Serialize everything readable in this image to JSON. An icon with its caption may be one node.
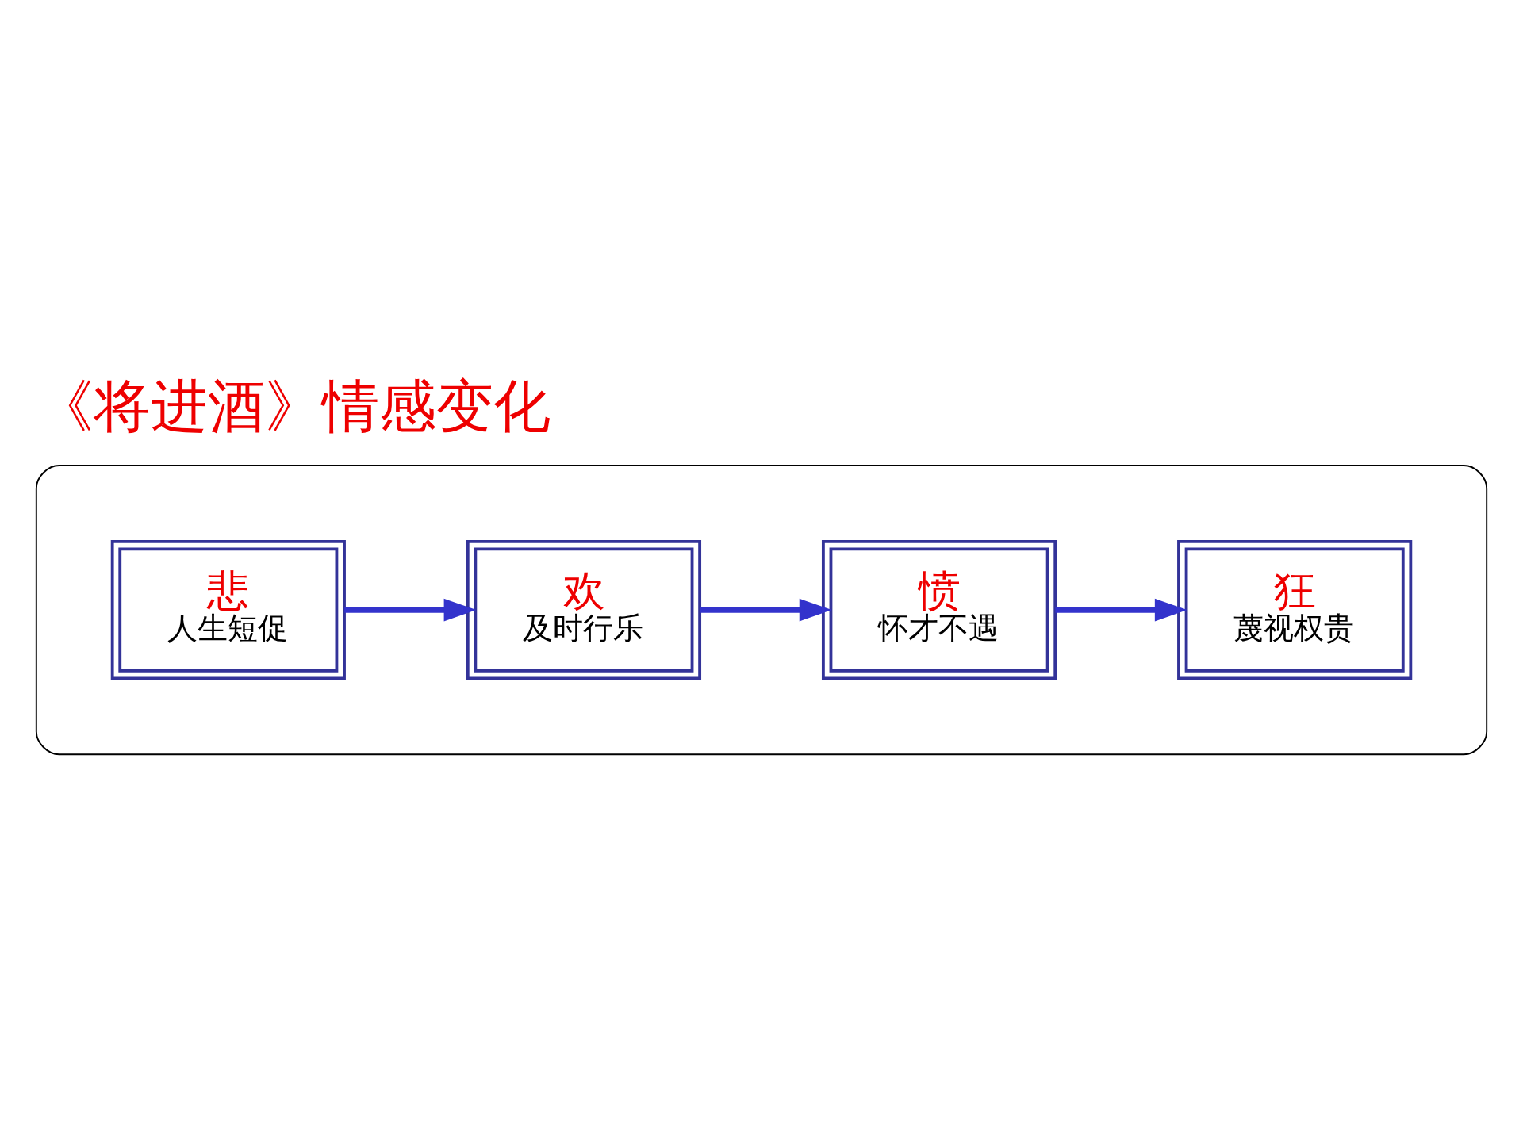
{
  "diagram": {
    "title": "《将进酒》情感变化",
    "nodes": [
      {
        "text": [],
        "shape": "ellipse"
      },
      {
        "text": [
          "悲",
          "人生短促"
        ],
        "in": 0
      },
      {
        "text": [
          "欢",
          "及时行乐"
        ],
        "in": 0
      },
      {
        "text": [
          "愤",
          "怀才不遇"
        ],
        "in": 0
      },
      {
        "text": [
          "狂",
          "蔑视权贵"
        ],
        "in": 0
      }
    ],
    "edges": [
      {
        "from": 1,
        "to": 2,
        "arrow": "to"
      },
      {
        "from": 2,
        "to": 3,
        "arrow": "to"
      },
      {
        "from": 3,
        "to": 4,
        "arrow": "to"
      }
    ]
  }
}
